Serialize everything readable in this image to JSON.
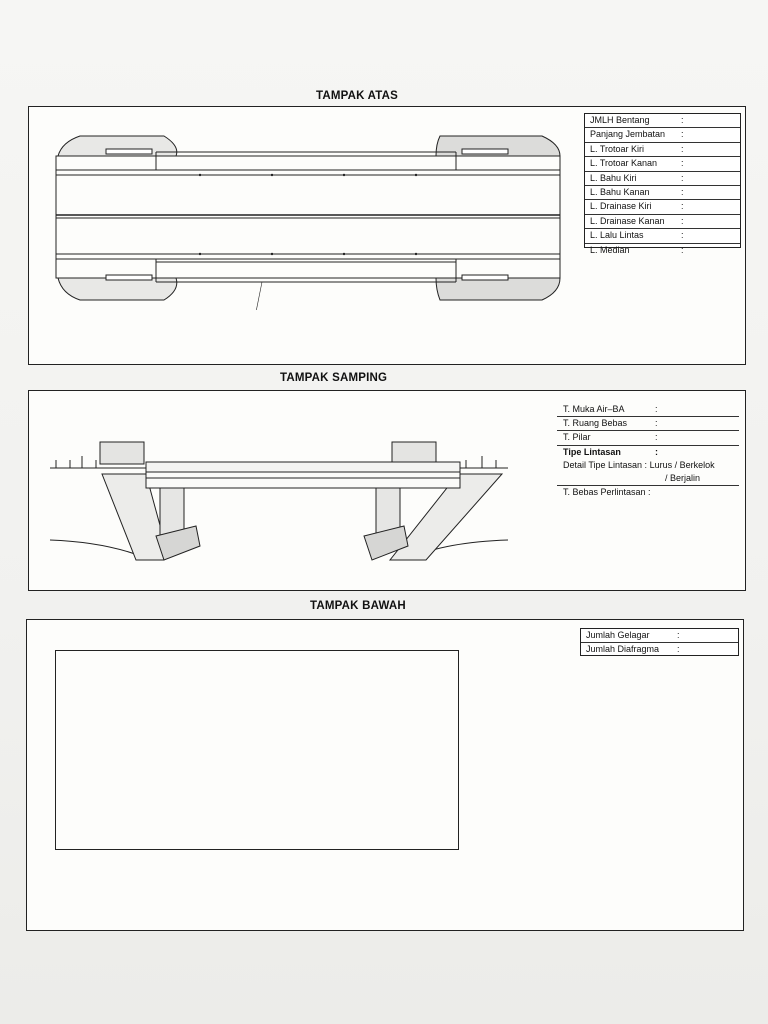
{
  "top_view": {
    "title": "TAMPAK ATAS",
    "fields": [
      {
        "label": "JMLH Bentang",
        "sep": ":"
      },
      {
        "label": "Panjang Jembatan",
        "sep": ":"
      },
      {
        "label": "L. Trotoar Kiri",
        "sep": ":"
      },
      {
        "label": "L. Trotoar Kanan",
        "sep": ":"
      },
      {
        "label": "L. Bahu Kiri",
        "sep": ":"
      },
      {
        "label": "L. Bahu Kanan",
        "sep": ":"
      },
      {
        "label": "L. Drainase Kiri",
        "sep": ":"
      },
      {
        "label": "L. Drainase Kanan",
        "sep": ":"
      },
      {
        "label": "L. Lalu Lintas",
        "sep": ":"
      },
      {
        "label": "L. Median",
        "sep": ":"
      }
    ]
  },
  "side_view": {
    "title": "TAMPAK SAMPING",
    "fields": [
      {
        "label": "T. Muka Air–BA",
        "sep": ":"
      },
      {
        "label": "T. Ruang Bebas",
        "sep": ":"
      },
      {
        "label": "T. Pilar",
        "sep": ":"
      },
      {
        "label": "Tipe Lintasan",
        "sep": ":"
      }
    ],
    "detail_label": "Detail Tipe Lintasan :",
    "detail_value_1": "Lurus / Berkelok",
    "detail_value_2": "/ Berjalin",
    "clearance_label": "T. Bebas Perlintasan :"
  },
  "bottom_view": {
    "title": "TAMPAK BAWAH",
    "fields": [
      {
        "label": "Jumlah Gelagar",
        "sep": ":"
      },
      {
        "label": "Jumlah Diafragma",
        "sep": ":"
      }
    ]
  }
}
